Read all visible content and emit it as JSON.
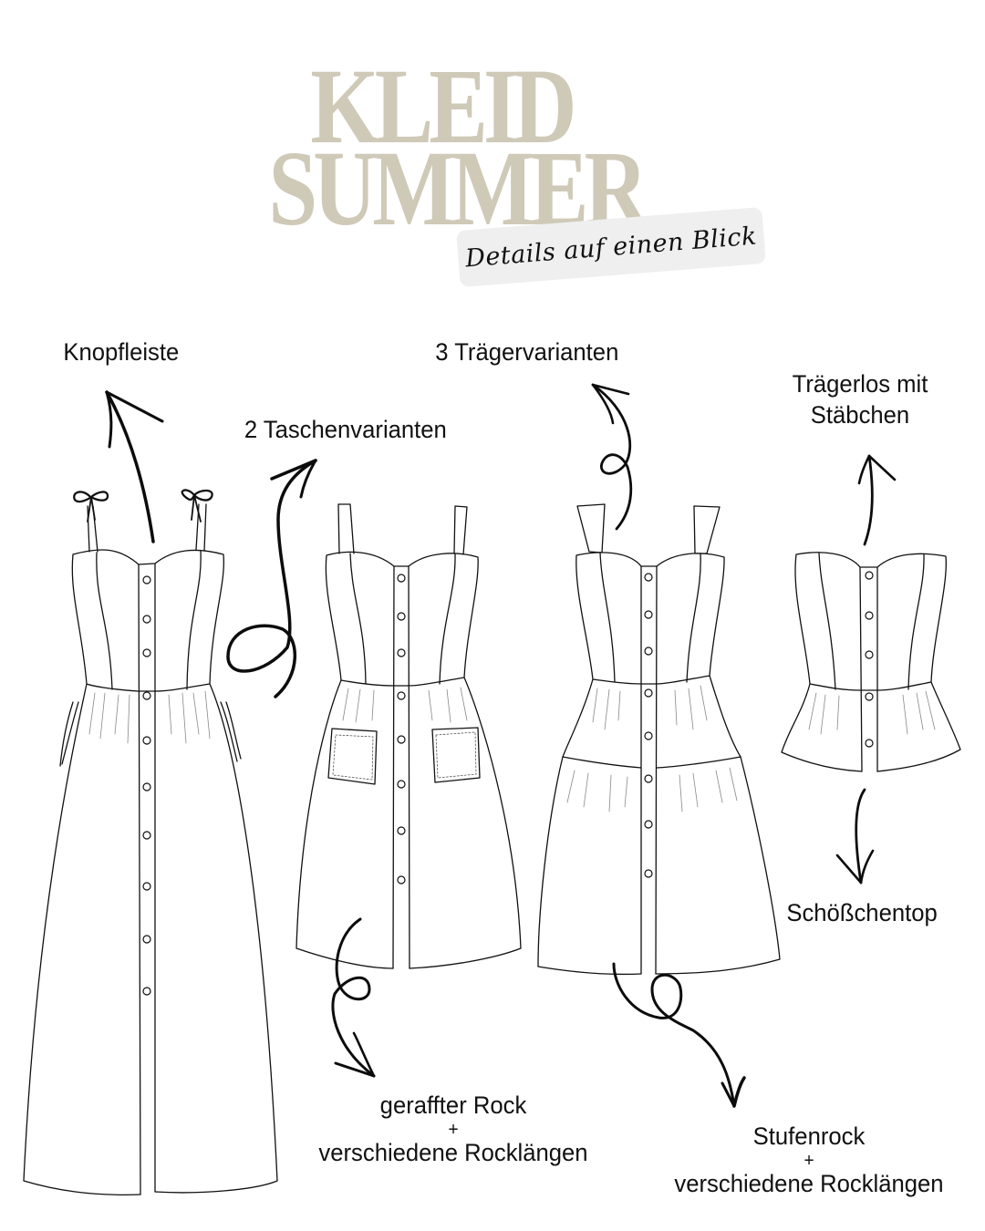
{
  "header": {
    "title_line1": "KLEID",
    "title_line2": "SUMMER",
    "subtitle": "Details auf einen Blick",
    "title_color": "#cfc9b8",
    "badge_color": "#efefef"
  },
  "annotations": {
    "knopfleiste": "Knopfleiste",
    "taschen": "2 Taschenvarianten",
    "traeger": "3 Trägervarianten",
    "traegerlos_line1": "Trägerlos mit",
    "traegerlos_line2": "Stäbchen",
    "schoesschen": "Schößchentop",
    "gerafft_line1": "geraffter Rock",
    "gerafft_plus": "+",
    "gerafft_line2": "verschiedene Rocklängen",
    "stufen_line1": "Stufenrock",
    "stufen_plus": "+",
    "stufen_line2": "verschiedene Rocklängen"
  },
  "illustrations": [
    {
      "name": "maxi-dress-tie-straps",
      "buttons": 10
    },
    {
      "name": "midi-dress-pockets",
      "buttons": 8
    },
    {
      "name": "tiered-dress-wide-straps",
      "buttons": 8
    },
    {
      "name": "peplum-top-strapless",
      "buttons": 5
    }
  ]
}
